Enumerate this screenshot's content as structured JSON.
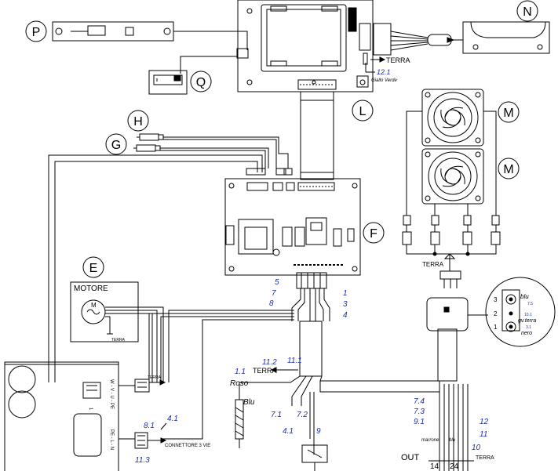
{
  "callouts": {
    "p": "P",
    "q": "Q",
    "n": "N",
    "l": "L",
    "h": "H",
    "g": "G",
    "m1": "M",
    "m2": "M",
    "f": "F",
    "e": "E"
  },
  "labels": {
    "terra_top": "TERRA",
    "giallo_verde": "Giallo Verde",
    "w_12_1": "12.1",
    "motore": "MOTORE",
    "motor_symbol": "M",
    "terra_small": "TERRA",
    "terra_fans": "TERRA",
    "terra_mid": "TERRA",
    "roso": "Roso",
    "blu": "Blu",
    "connettore": "CONNETTORE 3 VIE",
    "out": "OUT",
    "marrone": "marrone",
    "blu_small": "blu",
    "terra_bottom": "TERRA",
    "pin14": "14",
    "pin24": "24",
    "terminal_wvu": "W - V - U - PE",
    "terminal_pel": "PE - L - N",
    "terminal_1": "1"
  },
  "wire_numbers": {
    "w5": "5",
    "w7": "7",
    "w8": "8",
    "w1": "1",
    "w3": "3",
    "w4": "4",
    "w11_2": "11.2",
    "w11_1": "11.1",
    "w1_1": "1.1",
    "w7_1": "7.1",
    "w7_2": "7.2",
    "w4_1b": "4.1",
    "w9": "9",
    "w8_1": "8.1",
    "w4_1": "4.1",
    "w11_3": "11.3",
    "w7_4": "7.4",
    "w7_3": "7.3",
    "w9_1": "9.1",
    "w12": "12",
    "w11": "11",
    "w10": "10"
  },
  "sensor_detail": {
    "p3": "3",
    "p2": "2",
    "p1": "1",
    "blu": "blu",
    "v7_5": "7.5",
    "v10_1": "10.1",
    "gv_terra": "gv.terra",
    "v3_1": "3.1",
    "nero": "nero"
  },
  "colors": {
    "line": "#000000",
    "wire_label": "#1a2fb0"
  }
}
